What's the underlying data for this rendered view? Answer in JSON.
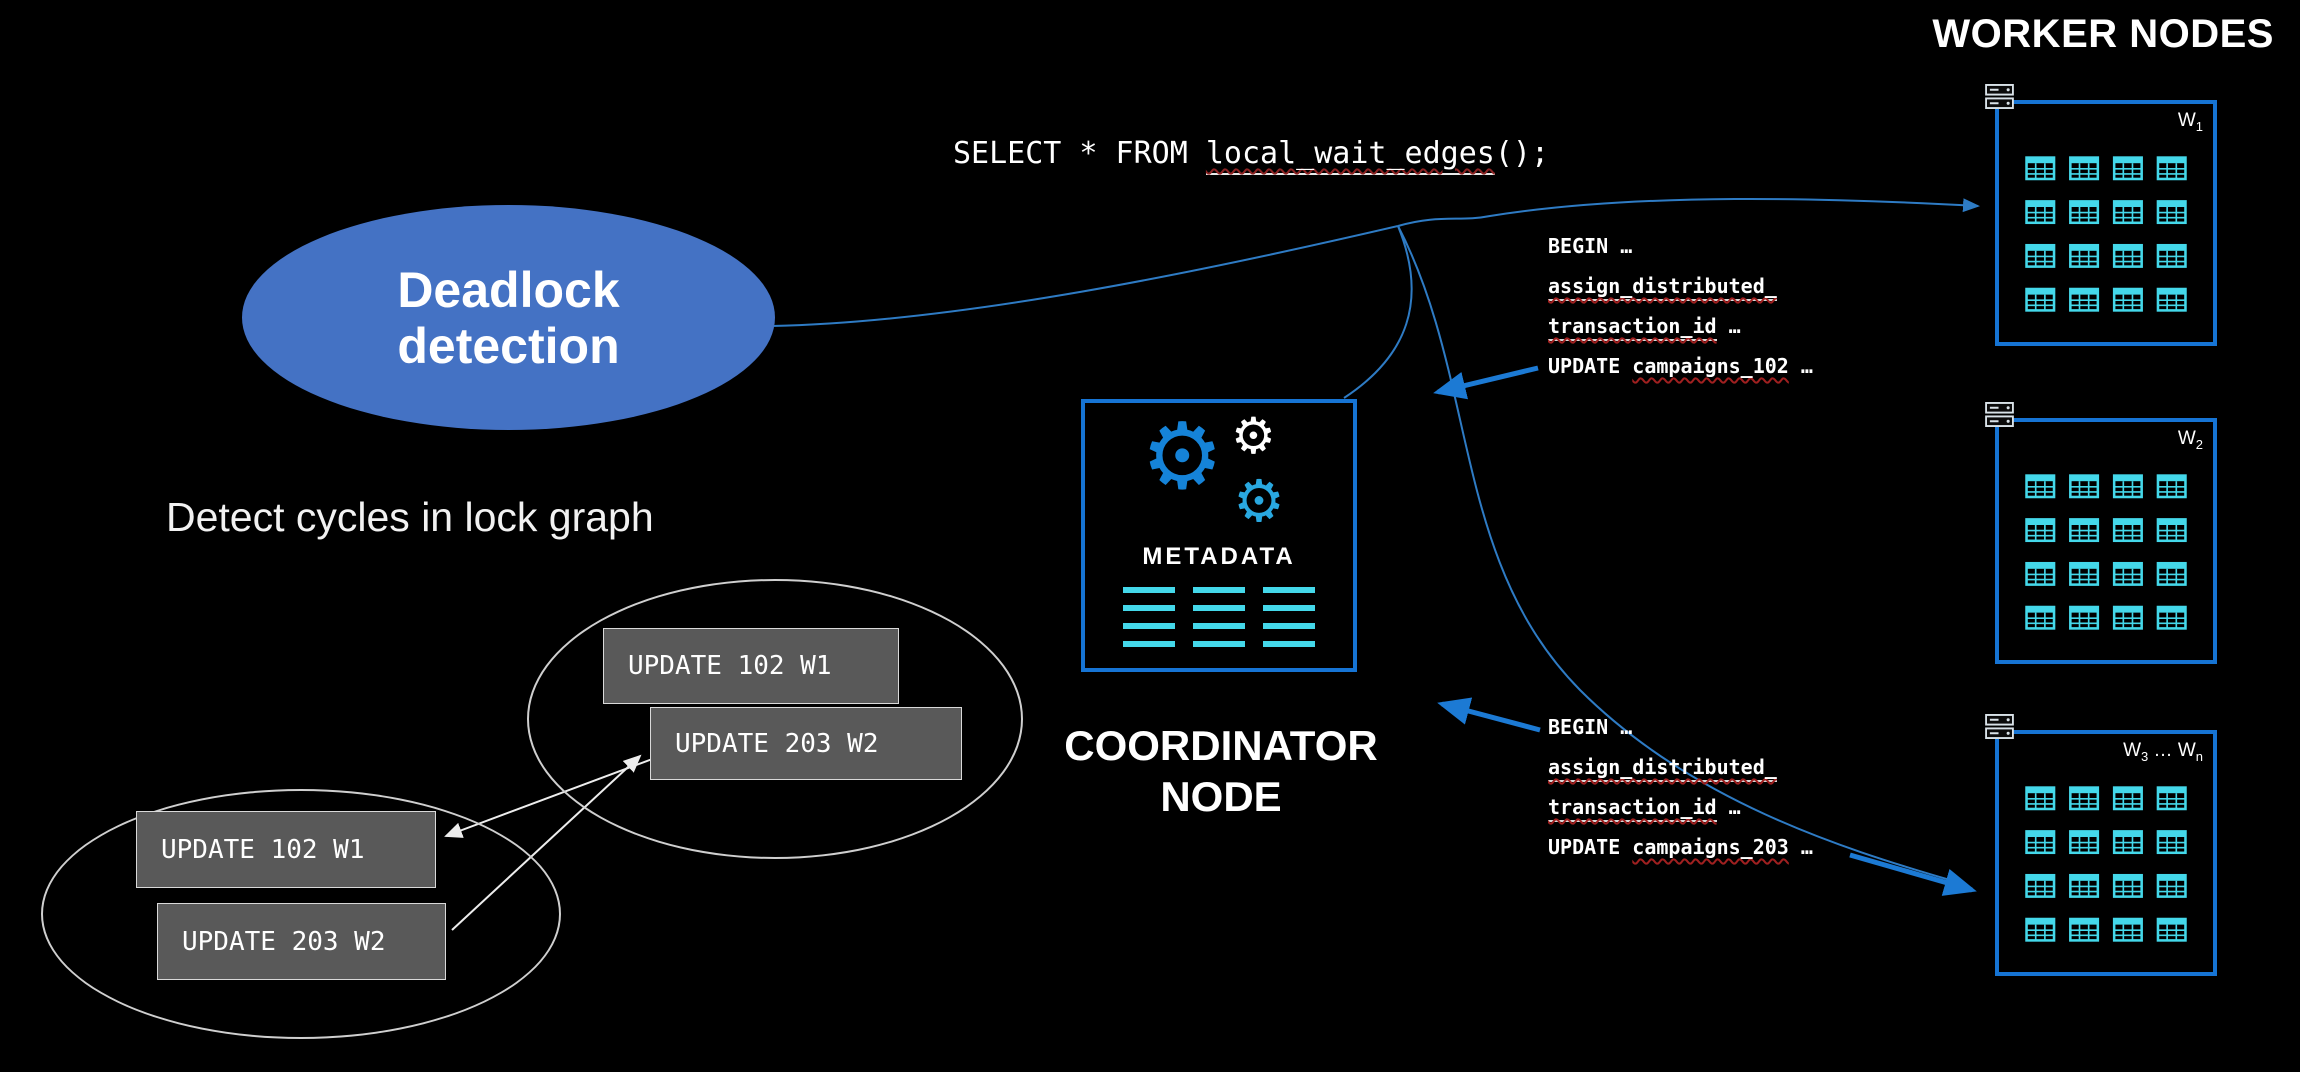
{
  "colors": {
    "accent_blue": "#1674D4",
    "table_cyan": "#44D8EA",
    "ellipse_blue": "#4472C4",
    "box_gray": "#595959",
    "thin_arrow_blue": "#2E7BC4",
    "thick_arrow_blue": "#1C7AD4"
  },
  "header": {
    "title": "WORKER NODES"
  },
  "query": {
    "part1": "SELECT * FROM ",
    "func": "local_wait_edges",
    "part3": "();"
  },
  "deadlock": {
    "line1": "Deadlock",
    "line2": "detection"
  },
  "caption": "Detect cycles in lock graph",
  "lock_graph": {
    "box1": "UPDATE 102 W1",
    "box2": "UPDATE 203 W2",
    "box3": "UPDATE 102 W1",
    "box4": "UPDATE 203 W2"
  },
  "coordinator": {
    "metadata": "METADATA",
    "label1": "COORDINATOR",
    "label2": "NODE"
  },
  "tx1": {
    "l1": "BEGIN …",
    "l2": "assign_distributed_",
    "l3a": "transaction_id",
    "l3b": " …",
    "l4a": "UPDATE ",
    "l4b": "campaigns_102",
    "l4c": " …"
  },
  "tx2": {
    "l1": "BEGIN …",
    "l2": "assign_distributed_",
    "l3a": "transaction_id",
    "l3b": " …",
    "l4a": "UPDATE ",
    "l4b": "campaigns_203",
    "l4c": " …"
  },
  "workers": [
    {
      "label_main": "W",
      "label_sub": "1"
    },
    {
      "label_main": "W",
      "label_sub": "2"
    },
    {
      "label_main": "W",
      "label_sub": "3",
      "label_sep": " … ",
      "label_main2": "W",
      "label_sub2": "n"
    }
  ]
}
